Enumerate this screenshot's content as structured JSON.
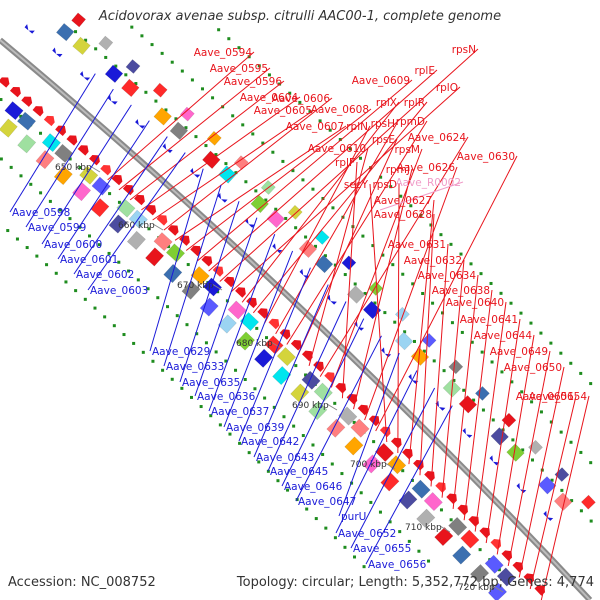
{
  "header": {
    "title": "Acidovorax avenae subsp. citrulli AAC00-1, complete genome",
    "accession": "Accession: NC_008752",
    "topology": "Topology: circular; Length: 5,352,772 bp; Genes: 4,774"
  },
  "colors": {
    "forward_label": "#e8141c",
    "reverse_label": "#1a1ad8",
    "rna_label": "#f09cc8",
    "backbone": "#8a8a8a",
    "gc_dots": "#1e8c1e"
  },
  "scale": {
    "ticks": [
      "650 kbp",
      "660 kbp",
      "670 kbp",
      "680 kbp",
      "690 kbp",
      "700 kbp",
      "710 kbp",
      "720 kbp"
    ]
  },
  "labels_forward": [
    "Aave_0594",
    "Aave_0595",
    "Aave_0596",
    "Aave_0604",
    "Aave_0605",
    "Aave_0606",
    "Aave_0607",
    "Aave_0608",
    "Aave_0609",
    "rplE",
    "rpsN",
    "rplO",
    "rplX",
    "rplR",
    "rplN",
    "rpsH",
    "rpmD",
    "rpsE",
    "Aave_0610",
    "Aave_0624",
    "rpsM",
    "rplF",
    "rpmJ",
    "Aave_0626",
    "Aave_0630",
    "secY",
    "rpsD",
    "Aave_0627",
    "Aave_0628",
    "Aave_0631",
    "Aave_0632",
    "Aave_0634",
    "Aave_0638",
    "Aave_0640",
    "Aave_0641",
    "Aave_0644",
    "Aave_0649",
    "Aave_0650",
    "Aave_0651",
    "Aave_0654"
  ],
  "labels_rna": [
    "Aave_R0002"
  ],
  "labels_reverse": [
    "Aave_0598",
    "Aave_0599",
    "Aave_0600",
    "Aave_0601",
    "Aave_0602",
    "Aave_0603",
    "Aave_0629",
    "Aave_0633",
    "Aave_0635",
    "Aave_0636",
    "Aave_0637",
    "Aave_0639",
    "Aave_0642",
    "Aave_0643",
    "Aave_0645",
    "Aave_0646",
    "Aave_0647",
    "purU",
    "Aave_0652",
    "Aave_0655",
    "Aave_0656"
  ]
}
